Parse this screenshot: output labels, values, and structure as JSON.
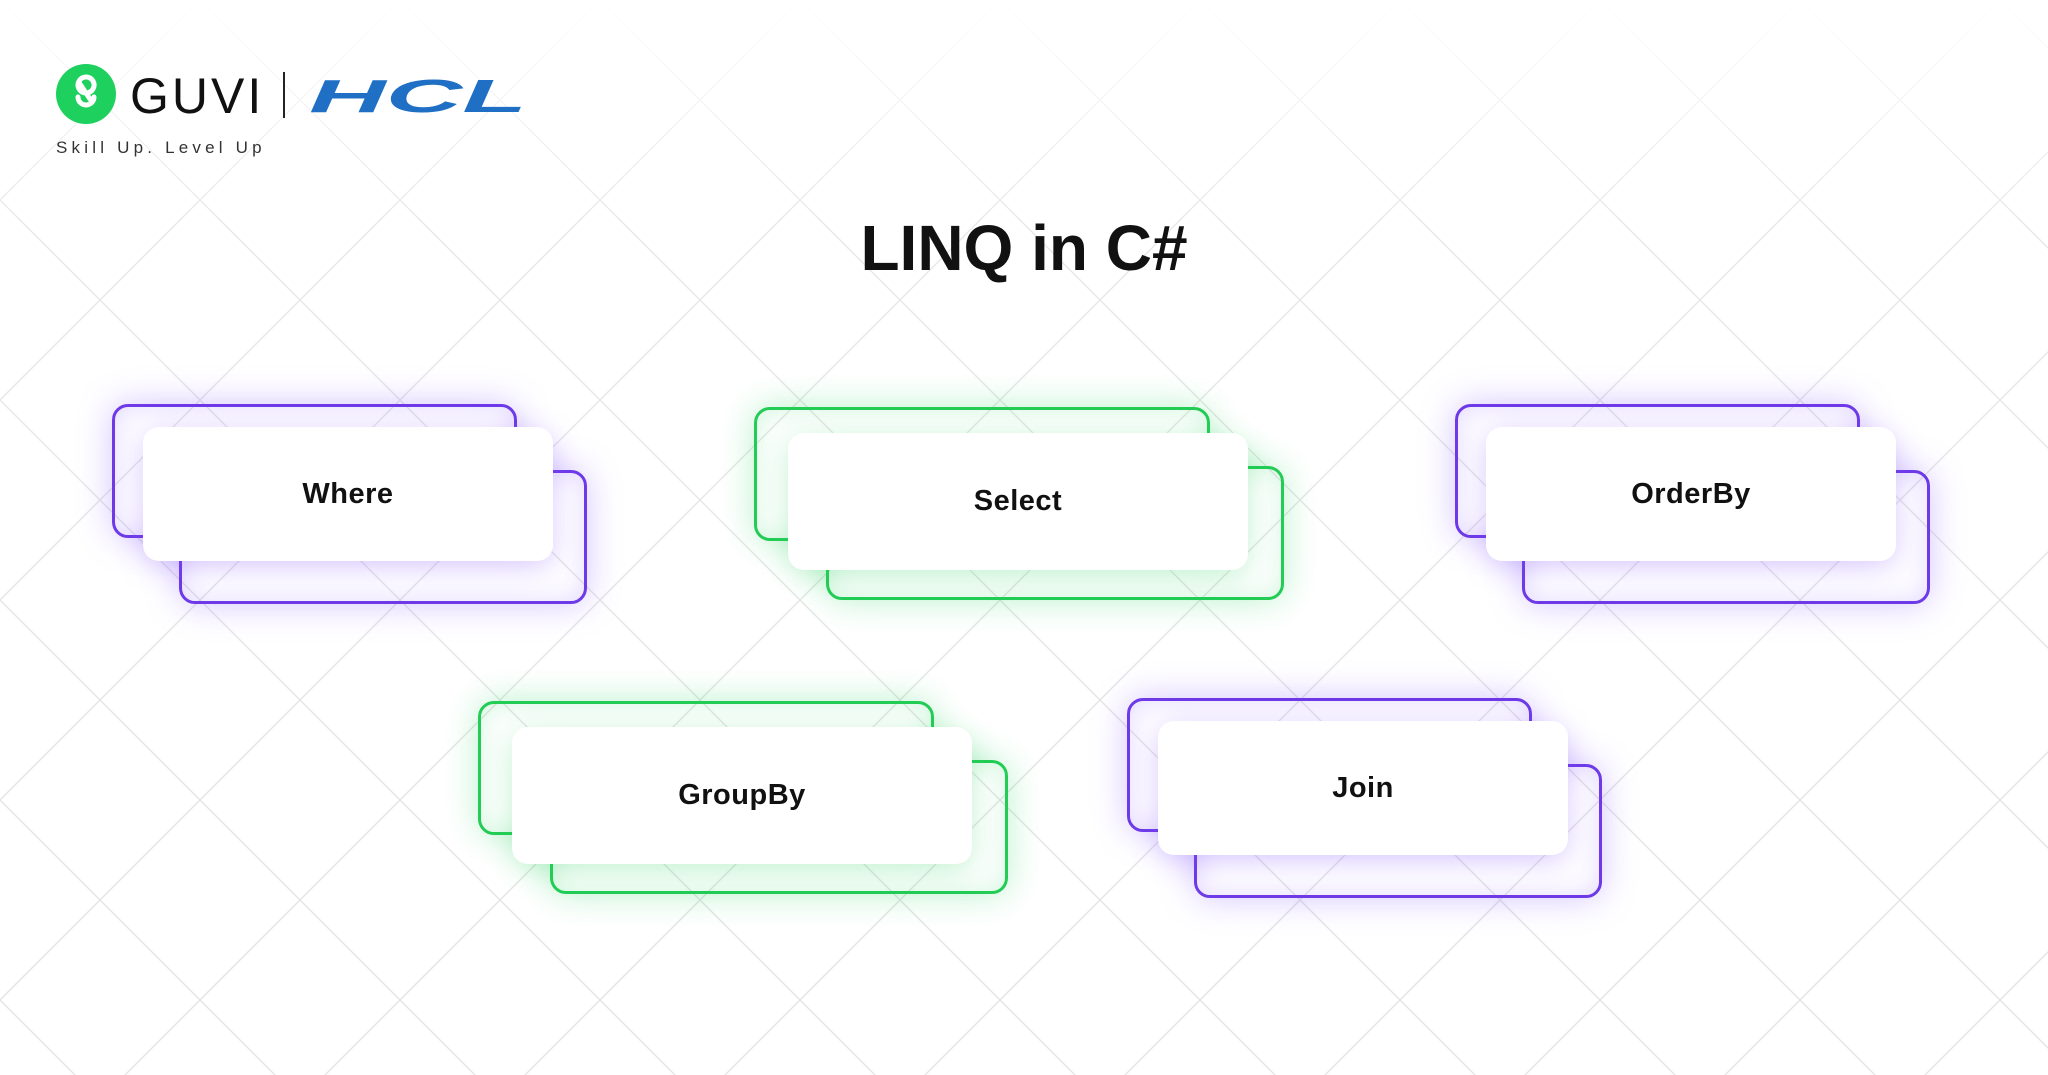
{
  "brand": {
    "guvi_name": "GUVI",
    "hcl_name": "HCL",
    "tagline": "Skill Up. Level Up"
  },
  "title": "LINQ in C#",
  "operations": [
    {
      "label": "Where",
      "accent": "purple"
    },
    {
      "label": "Select",
      "accent": "green"
    },
    {
      "label": "OrderBy",
      "accent": "purple"
    },
    {
      "label": "GroupBy",
      "accent": "green"
    },
    {
      "label": "Join",
      "accent": "purple"
    }
  ],
  "colors": {
    "purple": "#6e3ae8",
    "green": "#22cc55",
    "hcl_blue": "#1f6fc5",
    "guvi_green": "#1ed15e",
    "text": "#111111"
  }
}
